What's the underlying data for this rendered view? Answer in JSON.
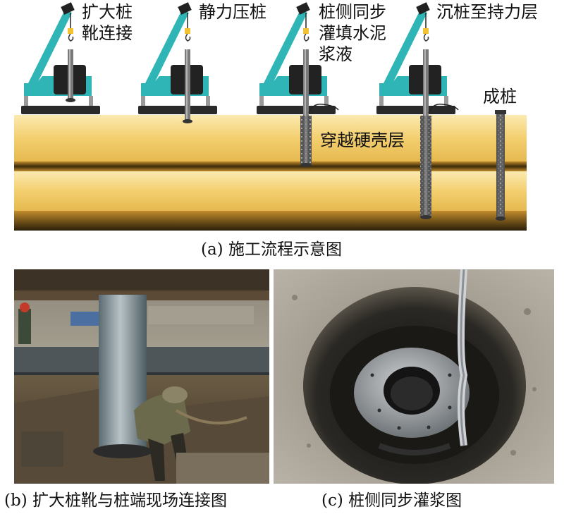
{
  "diagram": {
    "stages": [
      {
        "label_lines": [
          "扩大桩",
          "靴连接"
        ]
      },
      {
        "label_lines": [
          "静力压桩"
        ]
      },
      {
        "label_lines": [
          "桩侧同步",
          "灌填水泥",
          "浆液"
        ]
      },
      {
        "label_lines": [
          "沉桩至持力层"
        ]
      },
      {
        "label_lines": [
          "成桩"
        ]
      }
    ],
    "layer_label": "穿越硬壳层",
    "caption": "(a) 施工流程示意图"
  },
  "photos": [
    {
      "caption": "(b) 扩大桩靴与桩端现场连接图"
    },
    {
      "caption": "(c) 桩侧同步灌浆图"
    }
  ],
  "colors": {
    "rig": "#2fb5b5",
    "soil_light": "#f7e09a",
    "soil_mid": "#e8c060",
    "soil_dark": "#5a4a20",
    "pile": "#6d6d6d",
    "slab": "#2a2a2a"
  }
}
